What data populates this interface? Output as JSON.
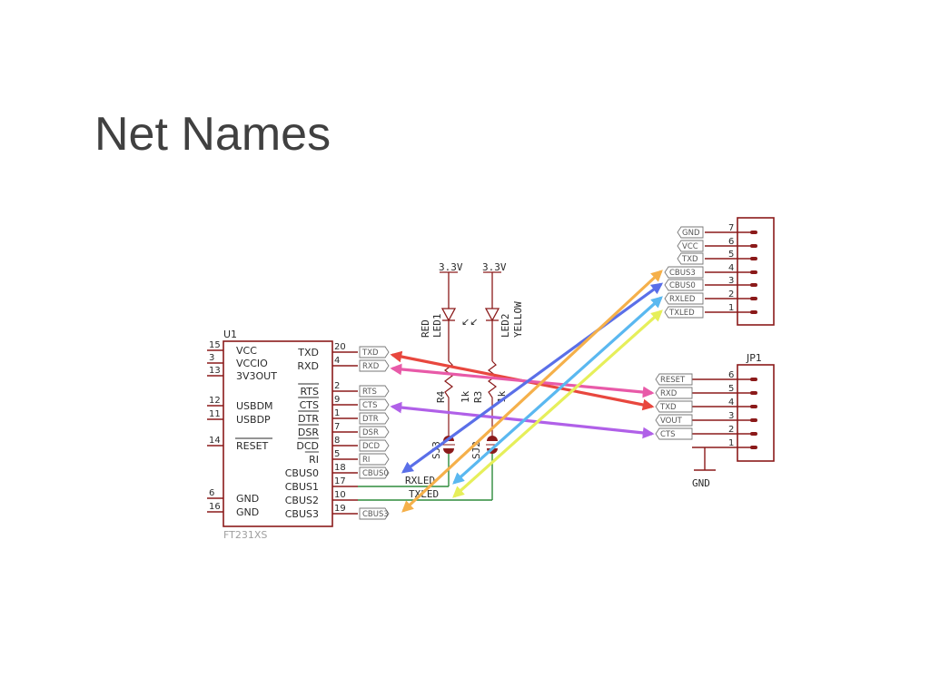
{
  "title": "Net Names",
  "colors": {
    "symbol": "#8b1a1a",
    "wire": "#2e8b3c",
    "arrow_red": "#e8473e",
    "arrow_pink": "#e85aa8",
    "arrow_purple": "#b060e8",
    "arrow_blue": "#5a6fe8",
    "arrow_cyan": "#5ab8f0",
    "arrow_orange": "#f5b04a",
    "arrow_yellow": "#e6ef5a"
  },
  "u1": {
    "ref": "U1",
    "part": "FT231XS",
    "left_pins": [
      {
        "num": "15",
        "name": "VCC"
      },
      {
        "num": "3",
        "name": "VCCIO"
      },
      {
        "num": "13",
        "name": "3V3OUT"
      },
      {
        "num": "12",
        "name": "USBDM"
      },
      {
        "num": "11",
        "name": "USBDP"
      },
      {
        "num": "14",
        "name": "RESET"
      },
      {
        "num": "6",
        "name": "GND"
      },
      {
        "num": "16",
        "name": "GND"
      }
    ],
    "right_pins": [
      {
        "num": "20",
        "name": "TXD",
        "tag": "TXD"
      },
      {
        "num": "4",
        "name": "RXD",
        "tag": "RXD"
      },
      {
        "num": "2",
        "name": "RTS",
        "tag": "RTS"
      },
      {
        "num": "9",
        "name": "CTS",
        "tag": "CTS"
      },
      {
        "num": "1",
        "name": "DTR",
        "tag": "DTR"
      },
      {
        "num": "7",
        "name": "DSR",
        "tag": "DSR"
      },
      {
        "num": "8",
        "name": "DCD",
        "tag": "DCD"
      },
      {
        "num": "5",
        "name": "RI",
        "tag": "RI"
      },
      {
        "num": "18",
        "name": "CBUS0",
        "tag": "CBUS0"
      },
      {
        "num": "17",
        "name": "CBUS1",
        "tag": ""
      },
      {
        "num": "10",
        "name": "CBUS2",
        "tag": ""
      },
      {
        "num": "19",
        "name": "CBUS3",
        "tag": "CBUS3"
      }
    ]
  },
  "leds": {
    "supply1": "3.3V",
    "supply2": "3.3V",
    "led1_color": "RED",
    "led1_ref": "LED1",
    "led2_ref": "LED2",
    "led2_color": "YELLOW",
    "r4_ref": "R4",
    "r4_val": "1k",
    "r3_ref": "R3",
    "r3_val": "1k",
    "sj3": "SJ3",
    "sj2": "SJ2",
    "net_rxled": "RXLED",
    "net_txled": "TXLED"
  },
  "header_top": {
    "pins": [
      {
        "num": "7",
        "tag": "GND"
      },
      {
        "num": "6",
        "tag": "VCC"
      },
      {
        "num": "5",
        "tag": "TXD"
      },
      {
        "num": "4",
        "tag": "CBUS3"
      },
      {
        "num": "3",
        "tag": "CBUS0"
      },
      {
        "num": "2",
        "tag": "RXLED"
      },
      {
        "num": "1",
        "tag": "TXLED"
      }
    ]
  },
  "jp1": {
    "ref": "JP1",
    "gnd_label": "GND",
    "pins": [
      {
        "num": "6",
        "tag": "RESET"
      },
      {
        "num": "5",
        "tag": "RXD"
      },
      {
        "num": "4",
        "tag": "TXD"
      },
      {
        "num": "3",
        "tag": "VOUT"
      },
      {
        "num": "2",
        "tag": "CTS"
      },
      {
        "num": "1",
        "tag": ""
      }
    ]
  }
}
